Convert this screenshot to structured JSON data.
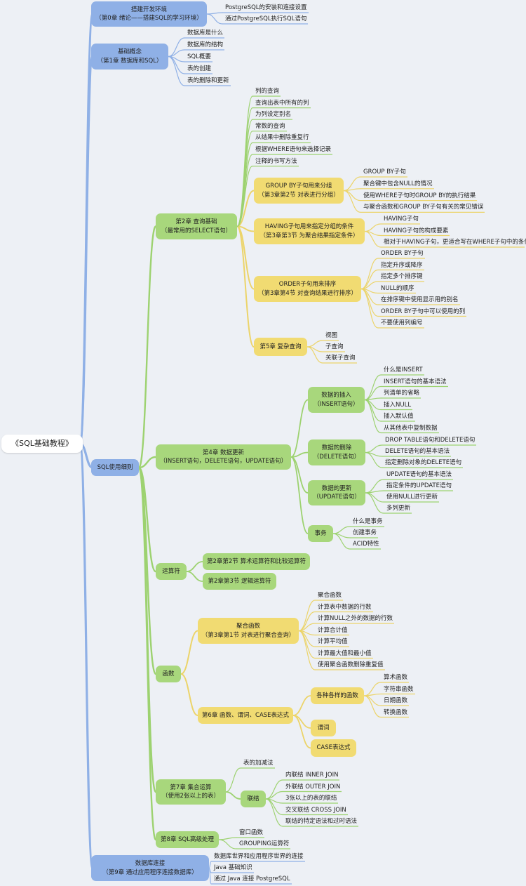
{
  "root": "《SQL基础教程》",
  "level1": {
    "env": "搭建开发环境\n（第0章 绪论——搭建SQL的学习环境）",
    "basic": "基础概念\n（第1章 数据库和SQL）",
    "detail": "SQL使用细则",
    "conn": "数据库连接\n（第9章 通过应用程序连接数据库）"
  },
  "level2": {
    "ch2": "第2章 查询基础\n（最常用的SELECT语句）",
    "ch4": "第4章 数据更新\n（INSERT语句，DELETE语句，UPDATE语句）",
    "ops": "运算符",
    "func": "函数",
    "ch7": "第7章 集合运算\n（使用2张以上的表）",
    "ch8": "第8章 SQL高级处理"
  },
  "level3": {
    "groupby": "GROUP BY子句用来分组\n（第3章第2节 对表进行分组）",
    "having": "HAVING子句用来指定分组的条件\n（第3章第3节 为聚合结果指定条件）",
    "orderby": "ORDER子句用来排序\n（第3章第4节 对查询结果进行排序）",
    "ch5": "第5章 复杂查询",
    "insert": "数据的插入\n（INSERT语句）",
    "delete": "数据的删除\n（DELETE语句）",
    "update": "数据的更新\n（UPDATE语句）",
    "txn": "事务",
    "op1": "第2章第2节 算术运算符和比较运算符",
    "op2": "第2章第3节 逻辑运算符",
    "agg": "聚合函数\n（第3章第1节 对表进行聚合查询）",
    "ch6": "第6章 函数、谓词、CASE表达式",
    "join": "联结",
    "various": "各种各样的函数",
    "predicate": "谓词",
    "case": "CASE表达式"
  },
  "leaves": {
    "env": [
      "PostgreSQL的安装和连接设置",
      "通过PostgreSQL执行SQL语句"
    ],
    "basic": [
      "数据库是什么",
      "数据库的结构",
      "SQL概要",
      "表的创建",
      "表的删除和更新"
    ],
    "ch2": [
      "列的查询",
      "查询出表中所有的列",
      "为列设定别名",
      "常数的查询",
      "从结果中删除重复行",
      "根据WHERE语句来选择记录",
      "注释的书写方法"
    ],
    "groupby": [
      "GROUP BY子句",
      "聚合键中包含NULL的情况",
      "使用WHERE子句时GROUP BY的执行结果",
      "与聚合函数和GROUP BY子句有关的常见错误"
    ],
    "having": [
      "HAVING子句",
      "HAVING子句的构成要素",
      "相对于HAVING子句，更适合写在WHERE子句中的条件"
    ],
    "orderby": [
      "ORDER BY子句",
      "指定升序或降序",
      "指定多个排序键",
      "NULL的顺序",
      "在排序键中使用显示用的别名",
      "ORDER BY子句中可以使用的列",
      "不要使用列编号"
    ],
    "ch5": [
      "视图",
      "子查询",
      "关联子查询"
    ],
    "insert": [
      "什么是INSERT",
      "INSERT语句的基本语法",
      "列清单的省略",
      "插入NULL",
      "插入默认值",
      "从其他表中复制数据"
    ],
    "delete": [
      "DROP TABLE语句和DELETE语句",
      "DELETE语句的基本语法",
      "指定删除对象的DELETE语句"
    ],
    "update": [
      "UPDATE语句的基本语法",
      "指定条件的UPDATE语句",
      "使用NULL进行更新",
      "多列更新"
    ],
    "txn": [
      "什么是事务",
      "创建事务",
      "ACID特性"
    ],
    "agg": [
      "聚合函数",
      "计算表中数据的行数",
      "计算NULL之外的数据的行数",
      "计算合计值",
      "计算平均值",
      "计算最大值和最小值",
      "使用聚合函数删除重复值"
    ],
    "various": [
      "算术函数",
      "字符串函数",
      "日期函数",
      "转换函数"
    ],
    "ch7": [
      "表的加减法"
    ],
    "join": [
      "内联结 INNER JOIN",
      "外联结 OUTER JOIN",
      "3张以上的表的联结",
      "交叉联结 CROSS JOIN",
      "联结的特定语法和过时语法"
    ],
    "ch8": [
      "窗口函数",
      "GROUPING运算符"
    ],
    "conn": [
      "数据库世界和应用程序世界的连接",
      "Java 基础知识",
      "通过 Java 连接 PostgreSQL"
    ]
  },
  "colors": {
    "blue_node": "#8fb0e6",
    "blue_line": "#8fb0e6",
    "green_node": "#a8d77c",
    "green_line": "#9dd270",
    "yellow_node": "#f1db72",
    "yellow_line": "#ecd46a",
    "background": "#edf0f5"
  }
}
